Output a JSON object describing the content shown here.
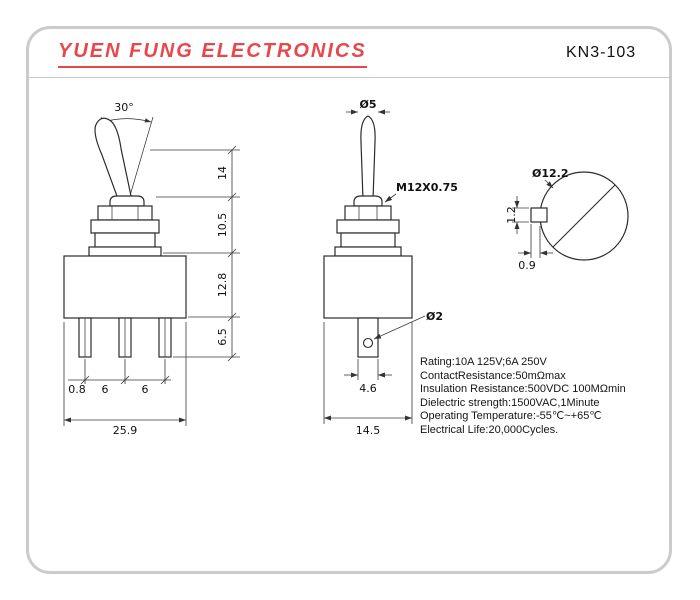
{
  "header": {
    "brand": "YUEN FUNG ELECTRONICS",
    "model": "KN3-103"
  },
  "front_view": {
    "angle_label": "30°",
    "dims": {
      "lever_height": "14",
      "bushing_height": "10.5",
      "body_height": "12.8",
      "terminal_length": "6.5",
      "terminal_thickness": "0.8",
      "pin_pitch_1": "6",
      "pin_pitch_2": "6",
      "overall_width": "25.9"
    }
  },
  "side_view": {
    "lever_diameter": "Ø5",
    "thread_spec": "M12X0.75",
    "hole_diameter": "Ø2",
    "dims": {
      "terminal_width": "4.6",
      "overall_depth": "14.5"
    }
  },
  "panel_cutout": {
    "hole_diameter": "Ø12.2",
    "dims": {
      "keyway_width": "1.2",
      "keyway_depth": "0.9"
    }
  },
  "specs": {
    "lines": [
      "Rating:10A 125V;6A 250V",
      "ContactResistance:50mΩmax",
      "Insulation Resistance:500VDC 100MΩmin",
      "Dielectric strength:1500VAC,1Minute",
      "Operating Temperature:-55℃~+65℃",
      "Electrical Life:20,000Cycles."
    ]
  },
  "colors": {
    "brand_red": "#e8474b",
    "drawing_line": "#2b2b2b",
    "frame_gray": "#cbcbcb"
  }
}
